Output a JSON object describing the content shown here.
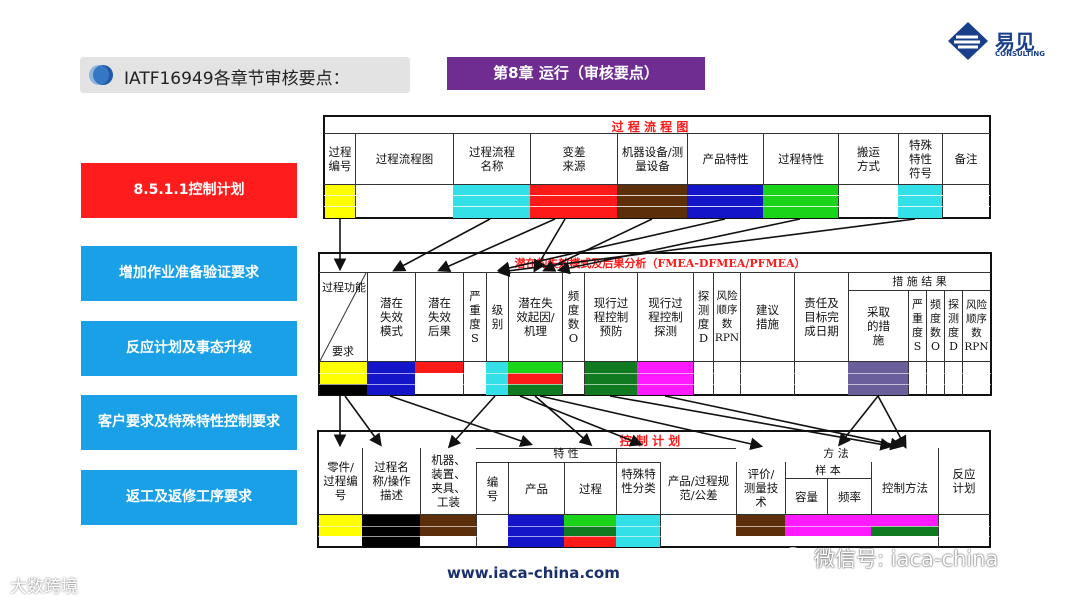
{
  "header": {
    "title": "IATF16949各章节审核要点：",
    "chapter": "第8章  运行（审核要点）"
  },
  "logo": {
    "name": "易见",
    "sub": "CONSULTING"
  },
  "sidebar": {
    "items": [
      {
        "label": "8.5.1.1控制计划",
        "color": "#ff1c1c"
      },
      {
        "label": "增加作业准备验证要求",
        "color": "#1aa0e6"
      },
      {
        "label": "反应计划及事态升级",
        "color": "#1aa0e6"
      },
      {
        "label": "客户要求及特殊特性控制要求",
        "color": "#1aa0e6"
      },
      {
        "label": "返工及返修工序要求",
        "color": "#1aa0e6"
      }
    ]
  },
  "flow_table": {
    "title": "过  程  流  程  图",
    "columns": [
      "过程编号",
      "过程流程图",
      "过程流程名称",
      "变差来源",
      "机器设备/测量设备",
      "产品特性",
      "过程特性",
      "搬运方式",
      "特殊特性符号",
      "备注"
    ]
  },
  "fmea_table": {
    "title": "潜在的失效模式及后果分析（FMEA-DFMEA/PFMEA）",
    "func_label": "过程功能",
    "req_label": "要求",
    "columns": [
      "潜在失效模式",
      "潜在失效后果",
      "严重度S",
      "级别",
      "潜在失效起因/机理",
      "频度数O",
      "现行过程控制预防",
      "现行过程控制探测",
      "探测度D",
      "风险顺序数RPN",
      "建议措施",
      "责任及目标完成日期"
    ],
    "results_title": "措 施 结 果",
    "results_columns": [
      "采取的措施",
      "严重度S",
      "频度数O",
      "探测度D",
      "风险顺序数RPN"
    ]
  },
  "control_table": {
    "title": "控  制  计  划",
    "spec_group": "特  性",
    "method_group": "方    法",
    "sample_group": "样  本",
    "columns": [
      "零件/过程编号",
      "过程名称/操作描述",
      "机器、装置、夹具、工装",
      "编号",
      "产品",
      "过程",
      "特殊特性分类",
      "产品/过程规范/公差",
      "评价/测量技术",
      "容量",
      "频率",
      "控制方法",
      "反应计划"
    ]
  },
  "colors": {
    "yellow": "#ffff00",
    "cyan": "#33e0e8",
    "red": "#ff1a1a",
    "brown": "#5c2e0a",
    "blue": "#1414c8",
    "green": "#19d419",
    "darkgreen": "#0f7a1f",
    "magenta": "#ff1aff",
    "purple": "#6a5f9a",
    "black": "#000000"
  },
  "footer": {
    "url": "www.iaca-china.com",
    "wm_left": "大数跨境",
    "wm_right": "微信号: iaca-china"
  }
}
